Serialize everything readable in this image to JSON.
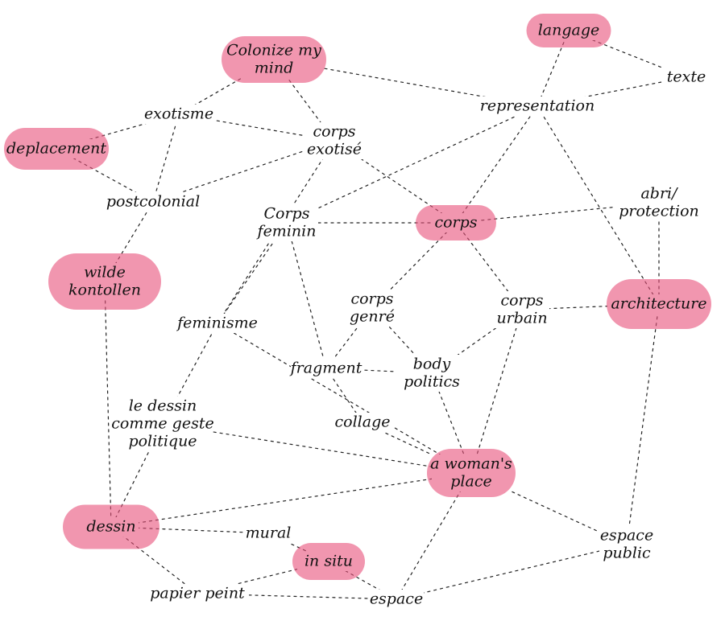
{
  "colors": {
    "highlight": "#e8507a",
    "ink": "#111111"
  },
  "nodes": [
    {
      "id": "langage",
      "lines": [
        "langage"
      ],
      "highlight": true
    },
    {
      "id": "texte",
      "lines": [
        "texte"
      ],
      "highlight": false
    },
    {
      "id": "colonize",
      "lines": [
        "Colonize my",
        "mind"
      ],
      "highlight": true
    },
    {
      "id": "representation",
      "lines": [
        "representation"
      ],
      "highlight": false
    },
    {
      "id": "exotisme",
      "lines": [
        "exotisme"
      ],
      "highlight": false
    },
    {
      "id": "corps-exotise",
      "lines": [
        "corps",
        "exotisé"
      ],
      "highlight": false
    },
    {
      "id": "deplacement",
      "lines": [
        "deplacement"
      ],
      "highlight": true
    },
    {
      "id": "postcolonial",
      "lines": [
        "postcolonial"
      ],
      "highlight": false
    },
    {
      "id": "abri",
      "lines": [
        "abri/",
        "protection"
      ],
      "highlight": false
    },
    {
      "id": "corps-feminin",
      "lines": [
        "Corps",
        "feminin"
      ],
      "highlight": false
    },
    {
      "id": "corps",
      "lines": [
        "corps"
      ],
      "highlight": true
    },
    {
      "id": "wilde",
      "lines": [
        "wilde",
        "kontollen"
      ],
      "highlight": true
    },
    {
      "id": "architecture",
      "lines": [
        "architecture"
      ],
      "highlight": true
    },
    {
      "id": "corps-genre",
      "lines": [
        "corps",
        "genré"
      ],
      "highlight": false
    },
    {
      "id": "corps-urbain",
      "lines": [
        "corps",
        "urbain"
      ],
      "highlight": false
    },
    {
      "id": "feminisme",
      "lines": [
        "feminisme"
      ],
      "highlight": false
    },
    {
      "id": "fragment",
      "lines": [
        "fragment"
      ],
      "highlight": false
    },
    {
      "id": "body-politics",
      "lines": [
        "body",
        "politics"
      ],
      "highlight": false
    },
    {
      "id": "le-dessin",
      "lines": [
        "le dessin",
        "comme geste",
        "politique"
      ],
      "highlight": false
    },
    {
      "id": "collage",
      "lines": [
        "collage"
      ],
      "highlight": false
    },
    {
      "id": "womans-place",
      "lines": [
        "a woman's",
        "place"
      ],
      "highlight": true
    },
    {
      "id": "dessin",
      "lines": [
        "dessin"
      ],
      "highlight": true
    },
    {
      "id": "mural",
      "lines": [
        "mural"
      ],
      "highlight": false
    },
    {
      "id": "espace-public",
      "lines": [
        "espace",
        "public"
      ],
      "highlight": false
    },
    {
      "id": "in-situ",
      "lines": [
        "in situ"
      ],
      "highlight": true
    },
    {
      "id": "papier-peint",
      "lines": [
        "papier peint"
      ],
      "highlight": false
    },
    {
      "id": "espace",
      "lines": [
        "espace"
      ],
      "highlight": false
    }
  ],
  "edges": [
    [
      "langage",
      "texte"
    ],
    [
      "langage",
      "representation"
    ],
    [
      "texte",
      "representation"
    ],
    [
      "colonize",
      "representation"
    ],
    [
      "colonize",
      "exotisme"
    ],
    [
      "colonize",
      "corps-exotise"
    ],
    [
      "exotisme",
      "deplacement"
    ],
    [
      "exotisme",
      "postcolonial"
    ],
    [
      "exotisme",
      "corps-exotise"
    ],
    [
      "deplacement",
      "postcolonial"
    ],
    [
      "postcolonial",
      "wilde"
    ],
    [
      "postcolonial",
      "corps-exotise"
    ],
    [
      "corps-exotise",
      "corps"
    ],
    [
      "corps-exotise",
      "feminisme"
    ],
    [
      "representation",
      "corps"
    ],
    [
      "representation",
      "architecture"
    ],
    [
      "representation",
      "corps-feminin"
    ],
    [
      "corps",
      "abri"
    ],
    [
      "corps",
      "corps-feminin"
    ],
    [
      "corps",
      "corps-genre"
    ],
    [
      "corps",
      "corps-urbain"
    ],
    [
      "abri",
      "architecture"
    ],
    [
      "corps-urbain",
      "architecture"
    ],
    [
      "corps-urbain",
      "womans-place"
    ],
    [
      "corps-feminin",
      "feminisme"
    ],
    [
      "corps-feminin",
      "fragment"
    ],
    [
      "corps-genre",
      "fragment"
    ],
    [
      "corps-genre",
      "body-politics"
    ],
    [
      "corps-urbain",
      "body-politics"
    ],
    [
      "fragment",
      "collage"
    ],
    [
      "fragment",
      "body-politics"
    ],
    [
      "body-politics",
      "womans-place"
    ],
    [
      "collage",
      "womans-place"
    ],
    [
      "feminisme",
      "womans-place"
    ],
    [
      "feminisme",
      "le-dessin"
    ],
    [
      "le-dessin",
      "womans-place"
    ],
    [
      "le-dessin",
      "dessin"
    ],
    [
      "wilde",
      "dessin"
    ],
    [
      "dessin",
      "womans-place"
    ],
    [
      "dessin",
      "mural"
    ],
    [
      "dessin",
      "papier-peint"
    ],
    [
      "mural",
      "in-situ"
    ],
    [
      "in-situ",
      "espace"
    ],
    [
      "in-situ",
      "papier-peint"
    ],
    [
      "papier-peint",
      "espace"
    ],
    [
      "espace",
      "espace-public"
    ],
    [
      "womans-place",
      "espace"
    ],
    [
      "womans-place",
      "espace-public"
    ],
    [
      "architecture",
      "espace-public"
    ]
  ]
}
